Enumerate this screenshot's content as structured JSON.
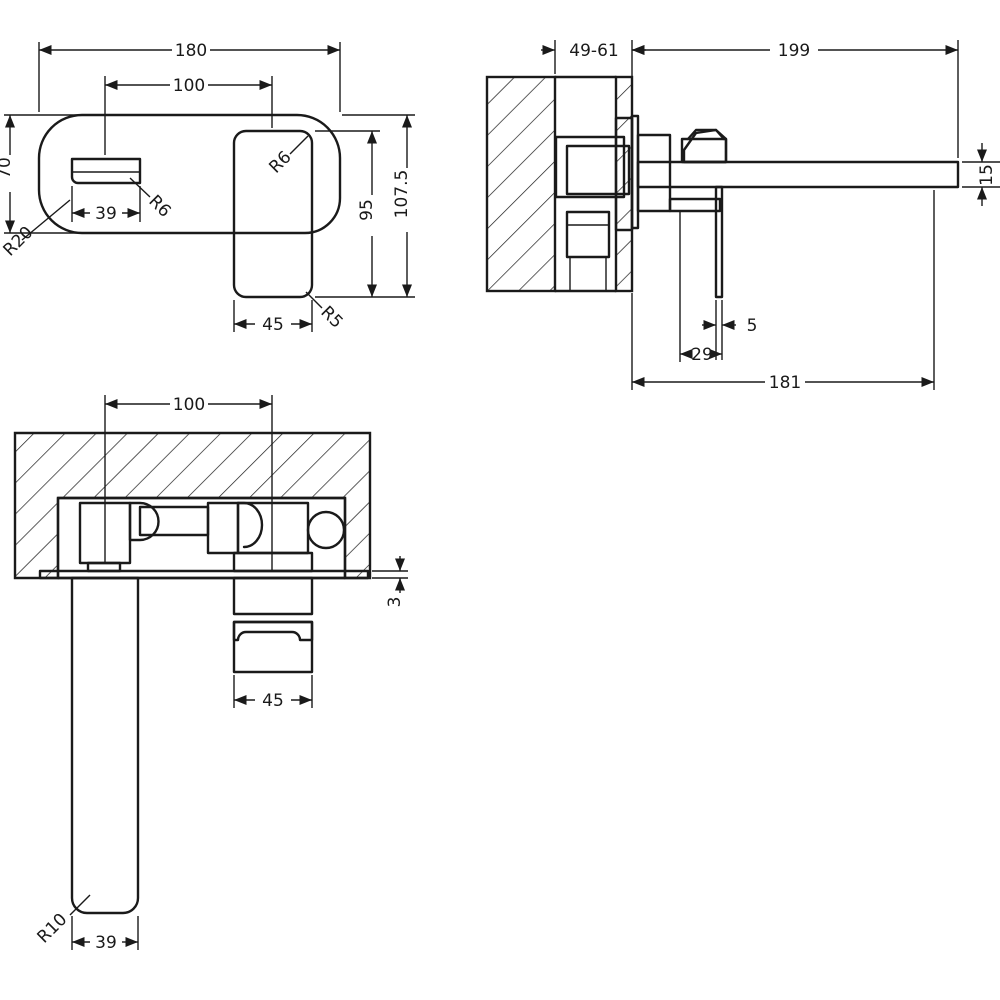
{
  "views": {
    "front": {
      "width_overall": "180",
      "centers": "100",
      "height_plate": "70",
      "height_lever": "95",
      "height_total": "107.5",
      "spout_width": "39",
      "lever_width": "45",
      "radius_plate": "R20",
      "radius_spout": "R6",
      "radius_lever_top": "R6",
      "radius_lever_bottom": "R5"
    },
    "side": {
      "wall_depth": "49-61",
      "projection_total": "199",
      "spout_height": "15",
      "lever_thickness": "5",
      "lever_offset": "29",
      "projection_from_wall": "181"
    },
    "top": {
      "centers": "100",
      "plate_thickness": "3",
      "lever_width": "45",
      "spout_width": "39",
      "radius_spout": "R10"
    }
  }
}
